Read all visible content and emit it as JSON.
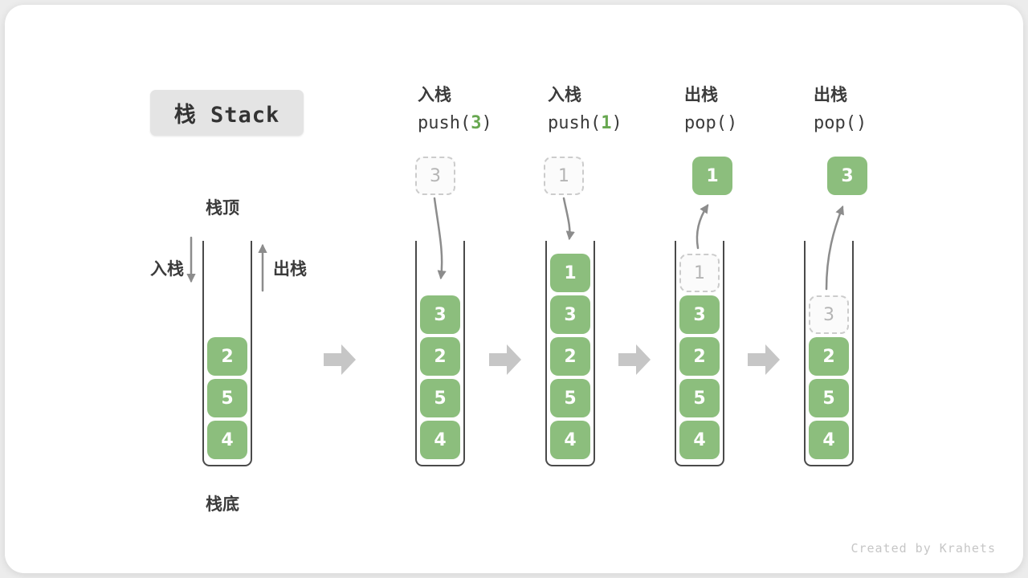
{
  "title": "栈 Stack",
  "watermark": "Created by Krahets",
  "side_labels": {
    "stack_top": "栈顶",
    "stack_bottom": "栈底",
    "push": "入栈",
    "pop": "出栈"
  },
  "operations": {
    "push3": {
      "name": "入栈",
      "code_pre": "push(",
      "code_arg": "3",
      "code_post": ")"
    },
    "push1": {
      "name": "入栈",
      "code_pre": "push(",
      "code_arg": "1",
      "code_post": ")"
    },
    "pop1": {
      "name": "出栈",
      "code": "pop()"
    },
    "pop2": {
      "name": "出栈",
      "code": "pop()"
    }
  },
  "stacks": {
    "initial": {
      "cells": [
        "2",
        "5",
        "4"
      ]
    },
    "after_push3": {
      "incoming": "3",
      "cells": [
        "3",
        "2",
        "5",
        "4"
      ]
    },
    "after_push1": {
      "incoming": "1",
      "cells": [
        "1",
        "3",
        "2",
        "5",
        "4"
      ]
    },
    "after_pop1": {
      "popped": "1",
      "ghost": "1",
      "cells": [
        "3",
        "2",
        "5",
        "4"
      ]
    },
    "after_pop2": {
      "popped": "3",
      "ghost": "3",
      "cells": [
        "2",
        "5",
        "4"
      ]
    }
  },
  "colors": {
    "cell_green": "#8CBE7D",
    "code_arg_green": "#67A750",
    "arrow_gray": "#8C8C8C",
    "block_arrow_gray": "#C6C6C6",
    "text_dark": "#3B3B3B",
    "ghost_text": "#B5B5B5",
    "ghost_border": "#CCCCCC",
    "title_bg": "#E4E4E4",
    "wall_dark": "#4A4A4A",
    "page_bg": "#ECECEC",
    "watermark_gray": "#C6C6C6"
  }
}
